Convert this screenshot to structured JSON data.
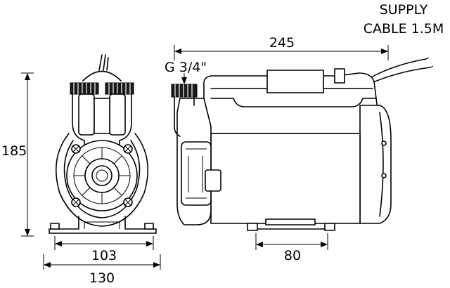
{
  "labels": {
    "supply_line1": "SUPPLY",
    "supply_line2": "CABLE 1.5M",
    "dim_245": "245",
    "dim_thread": "G 3/4\"",
    "dim_185": "185",
    "dim_103": "103",
    "dim_130": "130",
    "dim_80": "80"
  }
}
